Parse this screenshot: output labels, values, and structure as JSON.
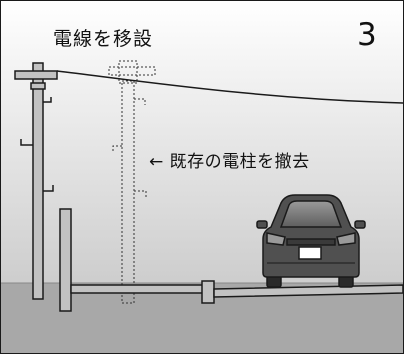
{
  "caption": "電線を移設",
  "step_number": "3",
  "annotation": {
    "arrow": "←",
    "text": "既存の電柱を撤去"
  },
  "colors": {
    "sky_top": "#ffffff",
    "sky_bottom": "#cfcfcf",
    "ground": "#a8a8a8",
    "pole": "#c2c2c2",
    "car_body": "#505050",
    "outline": "#1a1a1a"
  }
}
